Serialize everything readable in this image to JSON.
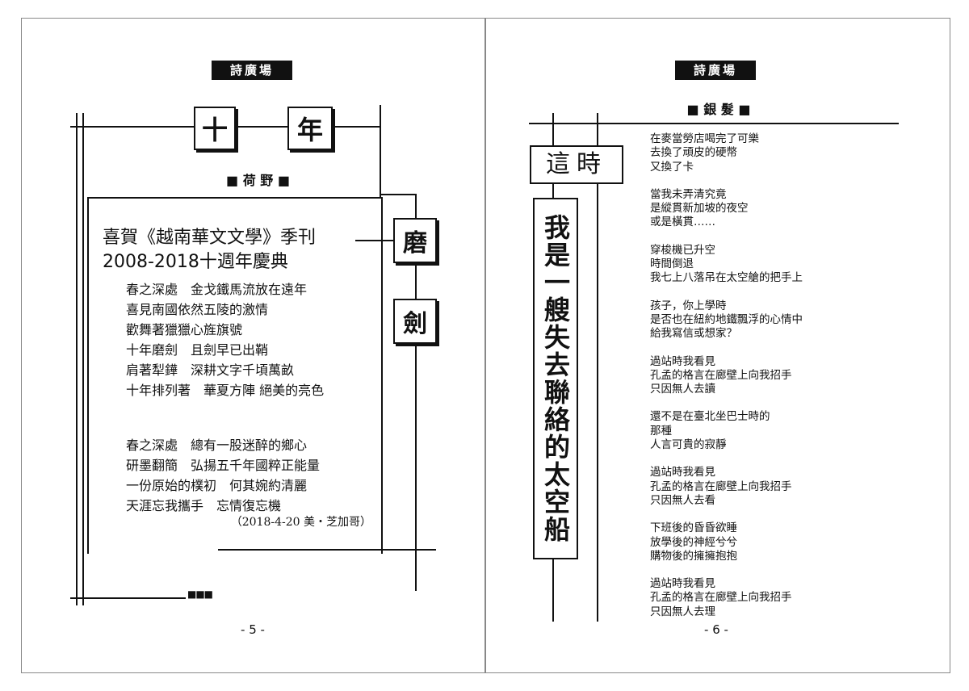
{
  "left_page": {
    "header": "詩廣場",
    "title_chars": [
      "十",
      "年"
    ],
    "side_chars": [
      "磨",
      "劍"
    ],
    "author": "■ 荷 野 ■",
    "heading_line1": "喜賀《越南華文文學》季刊",
    "heading_line2": "2008-2018十週年慶典",
    "stanzas": [
      [
        "春之深處　金戈鐵馬流放在遠年",
        "喜見南國依然五陵的激情",
        "歡舞著獵獵心旌旗號",
        "十年磨劍　且劍早已出鞘",
        "肩著犁鏵　深耕文字千頃萬畝",
        "十年排列著　華夏方陣 絕美的亮色"
      ],
      [
        "春之深處　總有一股迷醉的鄉心",
        "研墨翻簡　弘揚五千年國粹正能量",
        "一份原始的樸初　何其婉約清麗",
        "天涯忘我攜手　忘情復忘機"
      ]
    ],
    "date_line": "（2018-4-20 美・芝加哥）",
    "end_mark": "■■■",
    "page_number": "- 5 -"
  },
  "right_page": {
    "header": "詩廣場",
    "author": "■ 銀 髮 ■",
    "title_box": "這時",
    "vertical_title": "我是一艘失去聯絡的太空船",
    "stanzas": [
      [
        "在麥當勞店喝完了可樂",
        "去換了頑皮的硬幣",
        "又換了卡"
      ],
      [
        "當我未弄清究竟",
        "是縱貫新加坡的夜空",
        "或是橫貫……"
      ],
      [
        "穿梭機已升空",
        "時間倒退",
        "我七上八落吊在太空艙的把手上"
      ],
      [
        "孩子，你上學時",
        "是否也在紐約地鐵飄浮的心情中",
        "給我寫信或想家？"
      ],
      [
        "過站時我看見",
        "孔孟的格言在廊壁上向我招手",
        "只因無人去讀"
      ],
      [
        "還不是在臺北坐巴士時的",
        "那種",
        "人言可貴的寂靜"
      ],
      [
        "過站時我看見",
        "孔孟的格言在廊壁上向我招手",
        "只因無人去看"
      ],
      [
        "下班後的昏昏欲睡",
        "放學後的神經兮兮",
        "購物後的擁擁抱抱"
      ],
      [
        "過站時我看見",
        "孔孟的格言在廊壁上向我招手",
        "只因無人去理"
      ]
    ],
    "page_number": "- 6 -"
  }
}
